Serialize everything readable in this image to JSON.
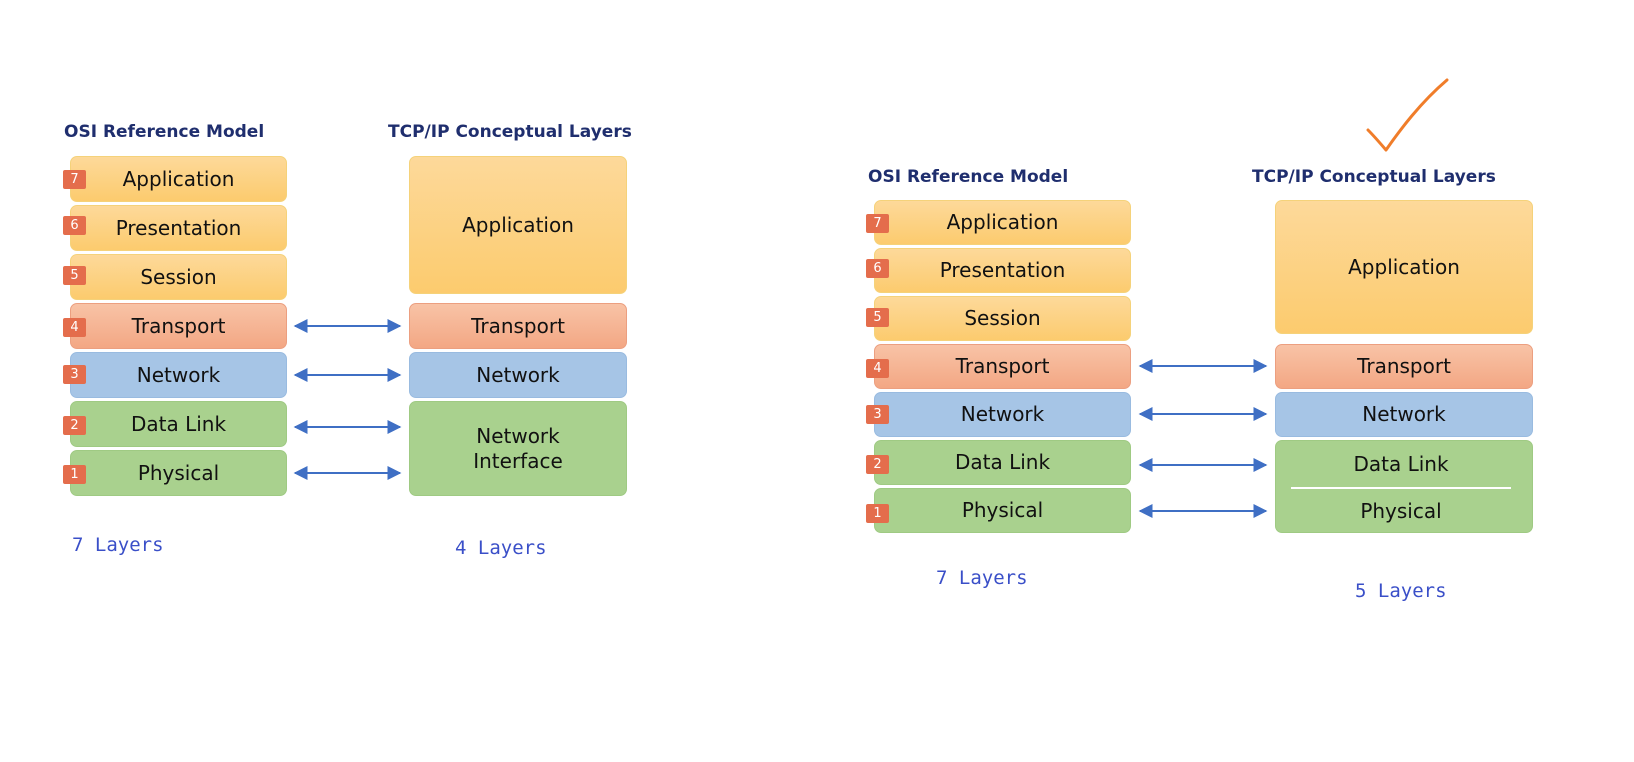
{
  "left": {
    "osi_title": "OSI Reference Model",
    "tcp_title": "TCP/IP Conceptual Layers",
    "osi_layers": [
      {
        "num": "7",
        "label": "Application"
      },
      {
        "num": "6",
        "label": "Presentation"
      },
      {
        "num": "5",
        "label": "Session"
      },
      {
        "num": "4",
        "label": "Transport"
      },
      {
        "num": "3",
        "label": "Network"
      },
      {
        "num": "2",
        "label": "Data Link"
      },
      {
        "num": "1",
        "label": "Physical"
      }
    ],
    "tcp_layers": {
      "application": "Application",
      "transport": "Transport",
      "network": "Network",
      "netif_line1": "Network",
      "netif_line2": "Interface"
    },
    "osi_count": "7 Layers",
    "tcp_count": "4 Layers"
  },
  "right": {
    "osi_title": "OSI Reference Model",
    "tcp_title": "TCP/IP Conceptual Layers",
    "osi_layers": [
      {
        "num": "7",
        "label": "Application"
      },
      {
        "num": "6",
        "label": "Presentation"
      },
      {
        "num": "5",
        "label": "Session"
      },
      {
        "num": "4",
        "label": "Transport"
      },
      {
        "num": "3",
        "label": "Network"
      },
      {
        "num": "2",
        "label": "Data Link"
      },
      {
        "num": "1",
        "label": "Physical"
      }
    ],
    "tcp_layers": {
      "application": "Application",
      "transport": "Transport",
      "network": "Network",
      "datalink": "Data Link",
      "physical": "Physical"
    },
    "osi_count": "7 Layers",
    "tcp_count": "5 Layers"
  },
  "colors": {
    "heading": "#1f2e6e",
    "application": "#fccb6e",
    "transport": "#f3a784",
    "network": "#a6c5e6",
    "physical": "#a9d18e",
    "badge": "#e46d4c",
    "arrow": "#3f6fc4",
    "checkmark": "#f07d2a",
    "count_text": "#3a4fc8"
  },
  "icons": {
    "arrow": "double-headed-arrow-icon",
    "check": "checkmark-icon"
  }
}
